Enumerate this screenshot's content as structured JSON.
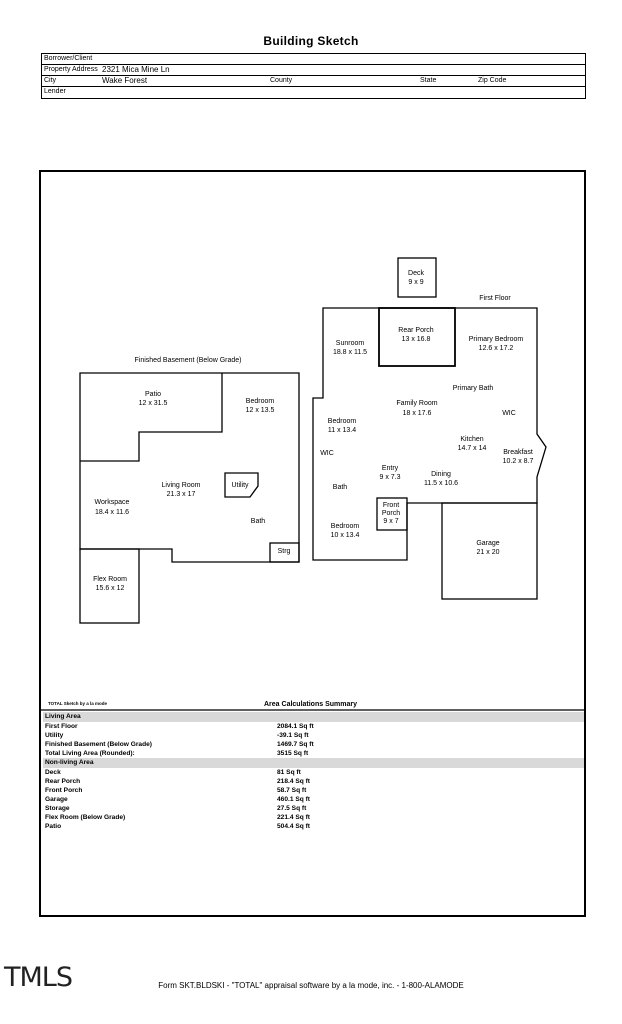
{
  "title": "Building Sketch",
  "header": {
    "borrower_label": "Borrower/Client",
    "borrower_value": "",
    "address_label": "Property Address",
    "address_value": "2321 Mica Mine Ln",
    "city_label": "City",
    "city_value": "Wake Forest",
    "county_label": "County",
    "state_label": "State",
    "zip_label": "Zip Code",
    "lender_label": "Lender"
  },
  "sketch": {
    "first_floor_label": "First Floor",
    "basement_label": "Finished Basement (Below Grade)",
    "rooms": {
      "deck_name": "Deck",
      "deck_dim": "9 x 9",
      "rear_porch_name": "Rear Porch",
      "rear_porch_dim": "13 x 16.8",
      "sunroom_name": "Sunroom",
      "sunroom_dim": "18.8 x 11.5",
      "primary_bedroom_name": "Primary Bedroom",
      "primary_bedroom_dim": "12.6 x 17.2",
      "primary_bath": "Primary Bath",
      "bedroom1_name": "Bedroom",
      "bedroom1_dim": "11 x 13.4",
      "family_room_name": "Family Room",
      "family_room_dim": "18 x 17.6",
      "wic1": "WIC",
      "wic2": "WIC",
      "kitchen_name": "Kitchen",
      "kitchen_dim": "14.7 x 14",
      "breakfast_name": "Breakfast",
      "breakfast_dim": "10.2 x 8.7",
      "bath1": "Bath",
      "entry_name": "Entry",
      "entry_dim": "9 x 7.3",
      "dining_name": "Dining",
      "dining_dim": "11.5 x 10.6",
      "front_porch_name1": "Front",
      "front_porch_name2": "Porch",
      "front_porch_dim": "9 x 7",
      "bedroom2_name": "Bedroom",
      "bedroom2_dim": "10 x 13.4",
      "garage_name": "Garage",
      "garage_dim": "21 x 20",
      "patio_name": "Patio",
      "patio_dim": "12 x 31.5",
      "bedroom_b_name": "Bedroom",
      "bedroom_b_dim": "12 x 13.5",
      "living_room_name": "Living Room",
      "living_room_dim": "21.3 x 17",
      "utility": "Utility",
      "workspace_name": "Workspace",
      "workspace_dim": "18.4 x 11.6",
      "bath_b": "Bath",
      "strg": "Strg",
      "flex_room_name": "Flex Room",
      "flex_room_dim": "15.6 x 12"
    }
  },
  "summary": {
    "credit": "TOTAL Sketch by a la mode",
    "title": "Area Calculations Summary",
    "living_label": "Living Area",
    "living_rows": [
      {
        "name": "First Floor",
        "value": "2084.1 Sq ft"
      },
      {
        "name": "Utility",
        "value": "-39.1 Sq ft"
      },
      {
        "name": "Finished Basement (Below Grade)",
        "value": "1469.7 Sq ft"
      },
      {
        "name": "Total Living Area (Rounded):",
        "value": "3515 Sq ft"
      }
    ],
    "nonliving_label": "Non-living Area",
    "nonliving_rows": [
      {
        "name": "Deck",
        "value": "81 Sq ft"
      },
      {
        "name": "Rear Porch",
        "value": "218.4 Sq ft"
      },
      {
        "name": "Front Porch",
        "value": "58.7 Sq ft"
      },
      {
        "name": "Garage",
        "value": "460.1 Sq ft"
      },
      {
        "name": "Storage",
        "value": "27.5 Sq ft"
      },
      {
        "name": "Flex Room (Below Grade)",
        "value": "221.4 Sq ft"
      },
      {
        "name": "Patio",
        "value": "504.4 Sq ft"
      }
    ]
  },
  "footer": "Form SKT.BLDSKI - \"TOTAL\" appraisal software by a la mode, inc. - 1-800-ALAMODE",
  "logo": "TMLS"
}
